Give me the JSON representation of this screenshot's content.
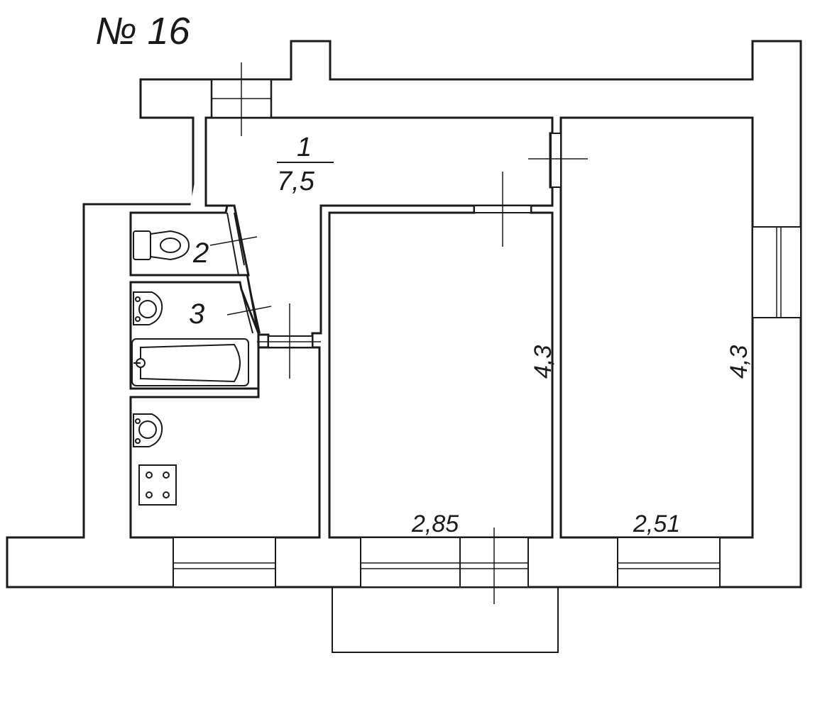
{
  "apartment": {
    "title": "№ 16"
  },
  "rooms": {
    "hall": {
      "number": "1",
      "area": "7,5"
    },
    "wc": {
      "number": "2"
    },
    "bath": {
      "number": "3"
    },
    "room_middle": {
      "length": "4,3",
      "width": "2,85"
    },
    "room_right": {
      "length": "4,3",
      "width": "2,51"
    }
  },
  "fixtures": [
    "toilet-icon",
    "sink-icon",
    "bathtub-icon",
    "kitchen-sink-icon",
    "stove-icon"
  ]
}
